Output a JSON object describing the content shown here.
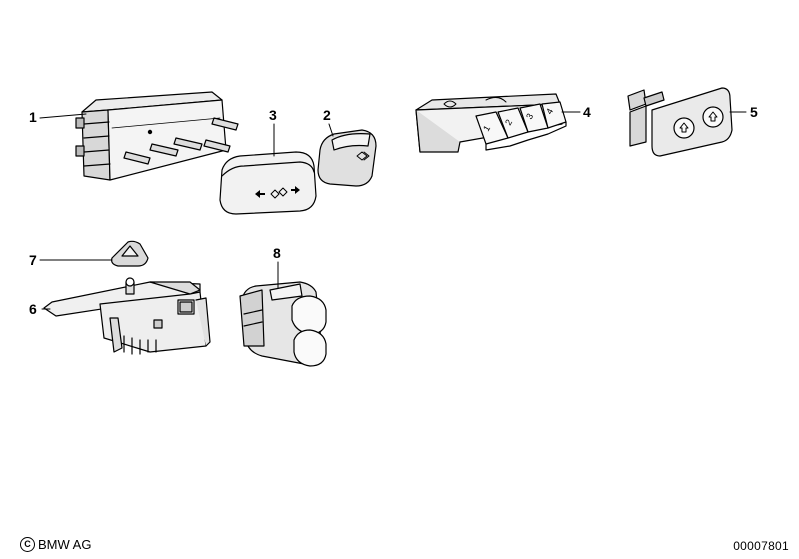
{
  "callouts": {
    "c1": "1",
    "c2": "2",
    "c3": "3",
    "c4": "4",
    "c5": "5",
    "c6": "6",
    "c7": "7",
    "c8": "8"
  },
  "part4_key_labels": [
    "1",
    "2",
    "3",
    "4"
  ],
  "footer": {
    "copyright_symbol": "C",
    "brand": "BMW AG",
    "image_code": "00007801"
  }
}
